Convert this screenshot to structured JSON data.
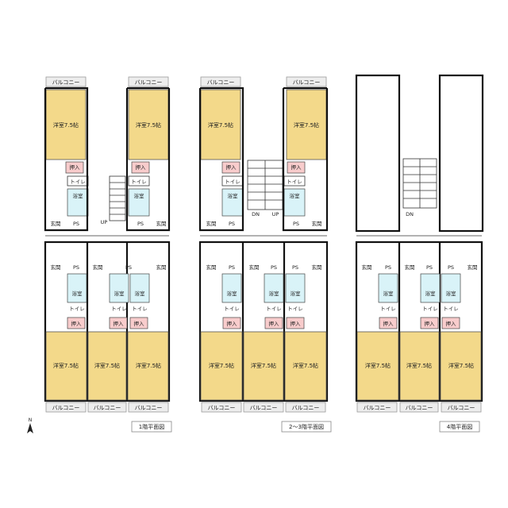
{
  "labels": {
    "balcony": "バルコニー",
    "western_room": "洋室7.5帖",
    "closet": "押入",
    "toilet": "トイレ",
    "bath": "浴室",
    "entrance": "玄関",
    "ps": "PS",
    "up": "UP",
    "dn": "DN"
  },
  "plans": [
    {
      "caption": "1階平面図"
    },
    {
      "caption": "2～3階平面図"
    },
    {
      "caption": "4階平面図"
    }
  ],
  "compass": {
    "north": "N"
  }
}
